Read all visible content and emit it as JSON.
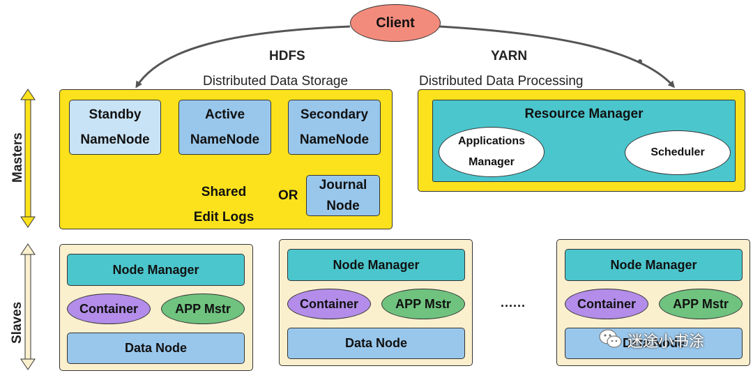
{
  "client": "Client",
  "hdfs": {
    "title": "HDFS",
    "subtitle": "Distributed Data Storage",
    "standby": [
      "Standby",
      "NameNode"
    ],
    "active": [
      "Active",
      "NameNode"
    ],
    "secondary": [
      "Secondary",
      "NameNode"
    ],
    "shared": [
      "Shared",
      "Edit Logs"
    ],
    "or": "OR",
    "journal": [
      "Journal",
      "Node"
    ]
  },
  "yarn": {
    "title": "YARN",
    "subtitle": "Distributed Data Processing",
    "resource_manager": "Resource Manager",
    "apps_manager": [
      "Applications",
      "Manager"
    ],
    "scheduler": "Scheduler"
  },
  "side_labels": {
    "masters": "Masters",
    "slaves": "Slaves"
  },
  "slave": {
    "node_manager": "Node Manager",
    "container": "Container",
    "app_master": "APP Mstr",
    "data_node": "Data Node"
  },
  "ellipsis": "......",
  "watermark": "迷途小书涂",
  "colors": {
    "client": "#f38b7c",
    "masters_panel": "#fce21d",
    "slave_panel": "#fbf0ce",
    "teal": "#4bc6cd",
    "blue": "#99c7ec",
    "light_blue": "#c9e3f6",
    "container": "#b38de9",
    "app_master": "#6fc37f",
    "arrow": "#555555"
  }
}
